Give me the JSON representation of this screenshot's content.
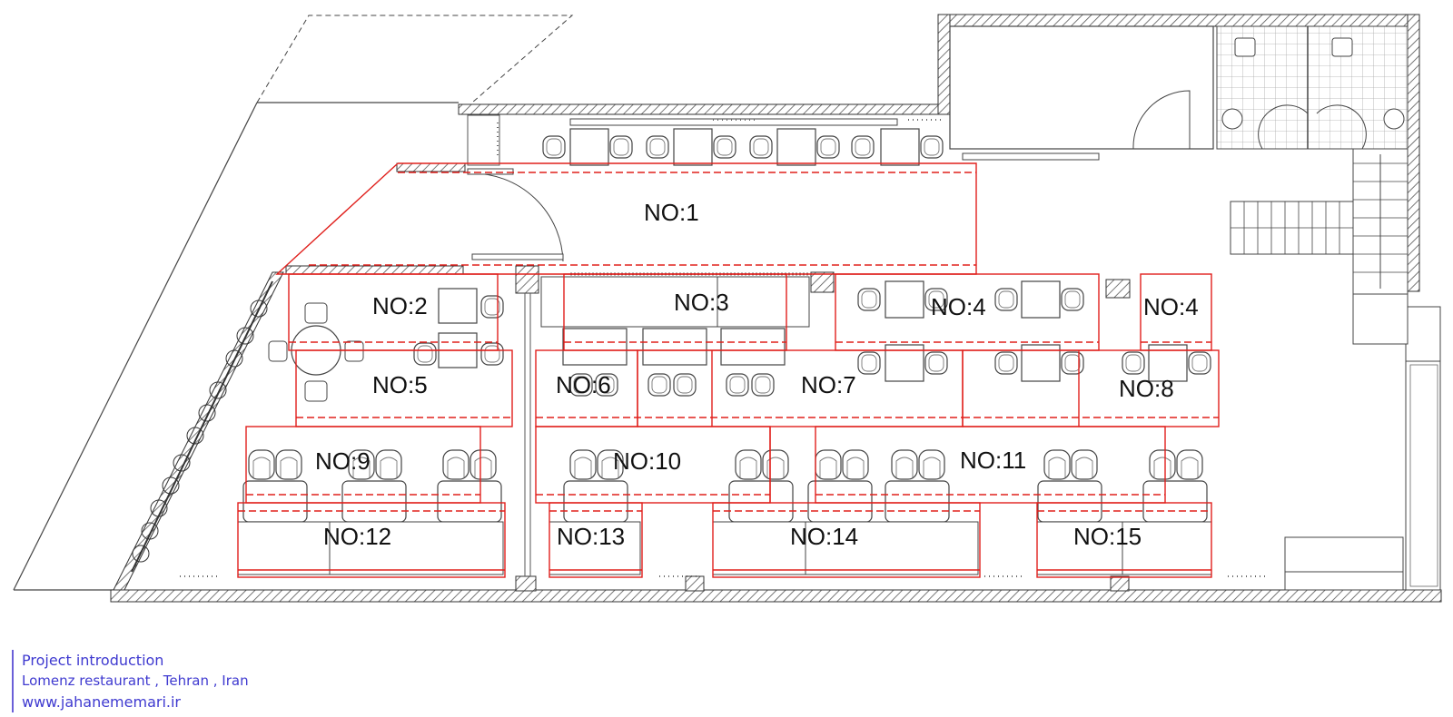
{
  "caption": {
    "line1": "Project introduction",
    "line2": "Lomenz restaurant , Tehran , Iran",
    "line3": "www.jahanememari.ir"
  },
  "zones": [
    {
      "id": "1",
      "label": "NO:1"
    },
    {
      "id": "2",
      "label": "NO:2"
    },
    {
      "id": "3",
      "label": "NO:3"
    },
    {
      "id": "4a",
      "label": "NO:4"
    },
    {
      "id": "4b",
      "label": "NO:4"
    },
    {
      "id": "5",
      "label": "NO:5"
    },
    {
      "id": "6",
      "label": "NO:6"
    },
    {
      "id": "7",
      "label": "NO:7"
    },
    {
      "id": "8",
      "label": "NO:8"
    },
    {
      "id": "9",
      "label": "NO:9"
    },
    {
      "id": "10",
      "label": "NO:10"
    },
    {
      "id": "11",
      "label": "NO:11"
    },
    {
      "id": "12",
      "label": "NO:12"
    },
    {
      "id": "13",
      "label": "NO:13"
    },
    {
      "id": "14",
      "label": "NO:14"
    },
    {
      "id": "15",
      "label": "NO:15"
    }
  ],
  "colors": {
    "zone_outline": "#e0201c",
    "wall_line": "#333333",
    "caption_text": "#3f3ad0"
  }
}
